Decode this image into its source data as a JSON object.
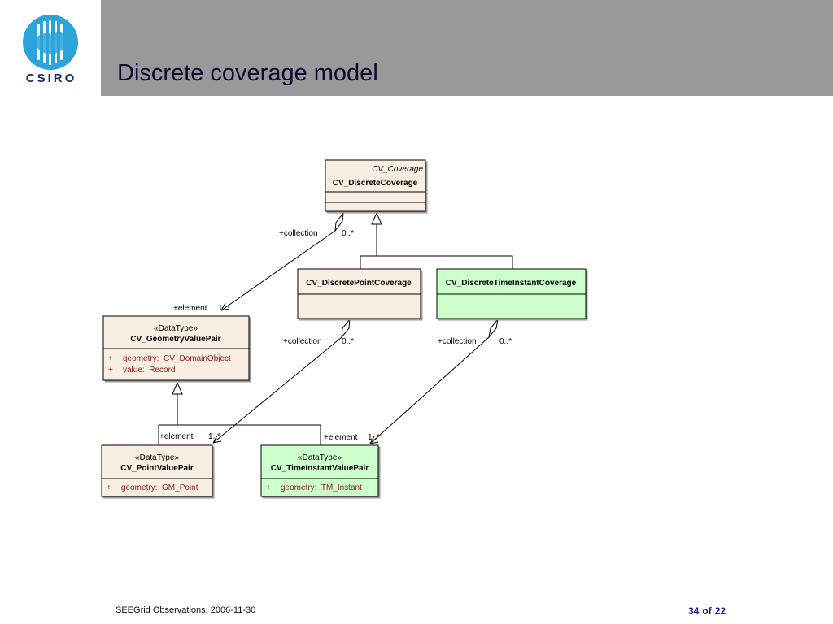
{
  "slide": {
    "title": "Discrete coverage model",
    "logo_text": "CSIRO",
    "footer": "SEEGrid Observations, 2006-11-30",
    "page_number": "34",
    "page_of": "of",
    "page_total": "22"
  },
  "colors": {
    "class_fill": "#f8efe2",
    "green_fill": "#ccffcc",
    "attribute_text": "#8b1a1a",
    "header_band": "#97999b",
    "logo_blue": "#2aa4d9"
  },
  "diagram": {
    "classes": {
      "discrete_coverage": {
        "stereotype": "CV_Coverage",
        "name": "CV_DiscreteCoverage"
      },
      "discrete_point_coverage": {
        "name": "CV_DiscretePointCoverage"
      },
      "discrete_time_instant_coverage": {
        "name": "CV_DiscreteTimeInstantCoverage"
      },
      "geometry_value_pair": {
        "stereotype": "«DataType»",
        "name": "CV_GeometryValuePair",
        "attributes": [
          {
            "vis": "+",
            "text": "geometry:  CV_DomainObject"
          },
          {
            "vis": "+",
            "text": "value:  Record"
          }
        ]
      },
      "point_value_pair": {
        "stereotype": "«DataType»",
        "name": "CV_PointValuePair",
        "attributes": [
          {
            "vis": "+",
            "text": "geometry:  GM_Point"
          }
        ]
      },
      "time_instant_value_pair": {
        "stereotype": "«DataType»",
        "name": "CV_TimeInstantValuePair",
        "attributes": [
          {
            "vis": "+",
            "text": "geometry:  TM_Instant"
          }
        ]
      }
    },
    "labels": {
      "collection_1": "+collection",
      "mult_collection_1": "0..*",
      "element_1": "+element",
      "mult_element_1": "1..*",
      "collection_2": "+collection",
      "mult_collection_2": "0..*",
      "element_2": "+element",
      "mult_element_2": "1..*",
      "collection_3": "+collection",
      "mult_collection_3": "0..*",
      "element_3": "+element",
      "mult_element_3": "1..*"
    }
  }
}
